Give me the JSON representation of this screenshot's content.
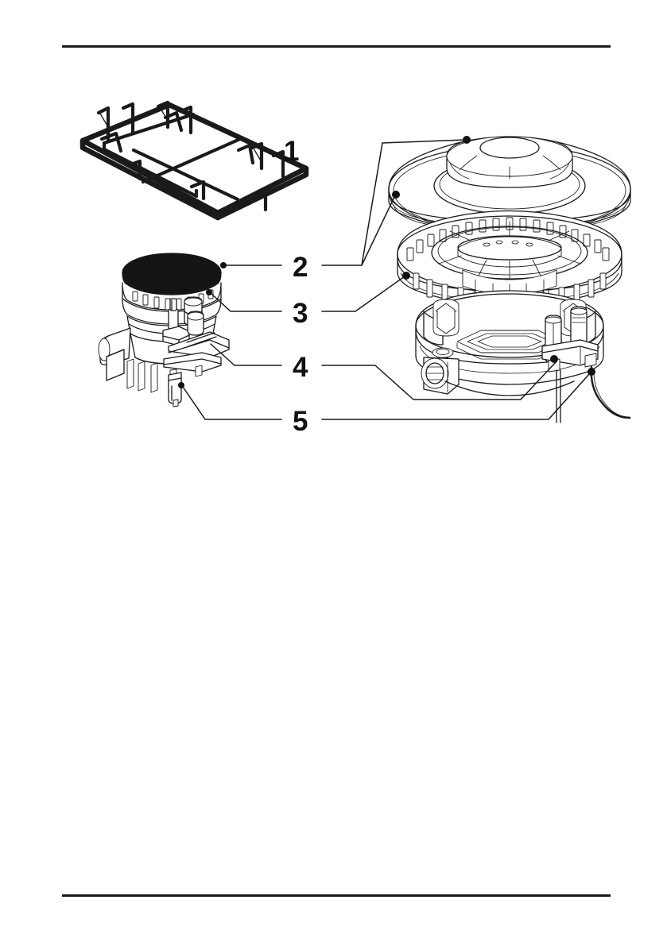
{
  "page": {
    "background_color": "#ffffff",
    "rule_color": "#1a1a1a",
    "has_header_rule": true,
    "has_footer_rule": true
  },
  "figure": {
    "title": "Gas cooktop burner assembly exploded parts diagram",
    "line_color": "#1a1a1a",
    "fill_color": "#ffffff",
    "cap_fill_color": "#141414",
    "callouts": [
      {
        "id": "1",
        "label": "1",
        "target": "pan-support-grate",
        "description": "Pan support grate / trivet"
      },
      {
        "id": "2",
        "label": "2",
        "target": "burner-cap",
        "description": "Burner cap"
      },
      {
        "id": "3",
        "label": "3",
        "target": "burner-ring",
        "description": "Burner ring / flame spreader"
      },
      {
        "id": "4",
        "label": "4",
        "target": "burner-base",
        "description": "Burner base body with injector port"
      },
      {
        "id": "5",
        "label": "5",
        "target": "igniter-electrode",
        "description": "Igniter electrode / thermocouple"
      }
    ]
  }
}
